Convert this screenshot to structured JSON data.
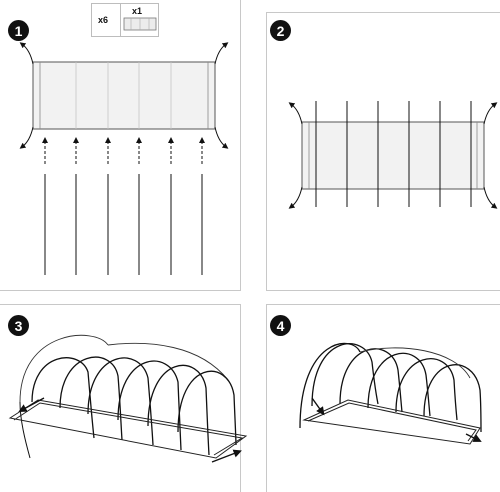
{
  "legend": {
    "poles_count": "x6",
    "cover_count": "x1"
  },
  "steps": [
    "1",
    "2",
    "3",
    "4"
  ],
  "colors": {
    "frame": "#111111",
    "cover": "#f2f2f2",
    "cover_edge": "#555555",
    "panel_border": "#c8c8c8"
  }
}
